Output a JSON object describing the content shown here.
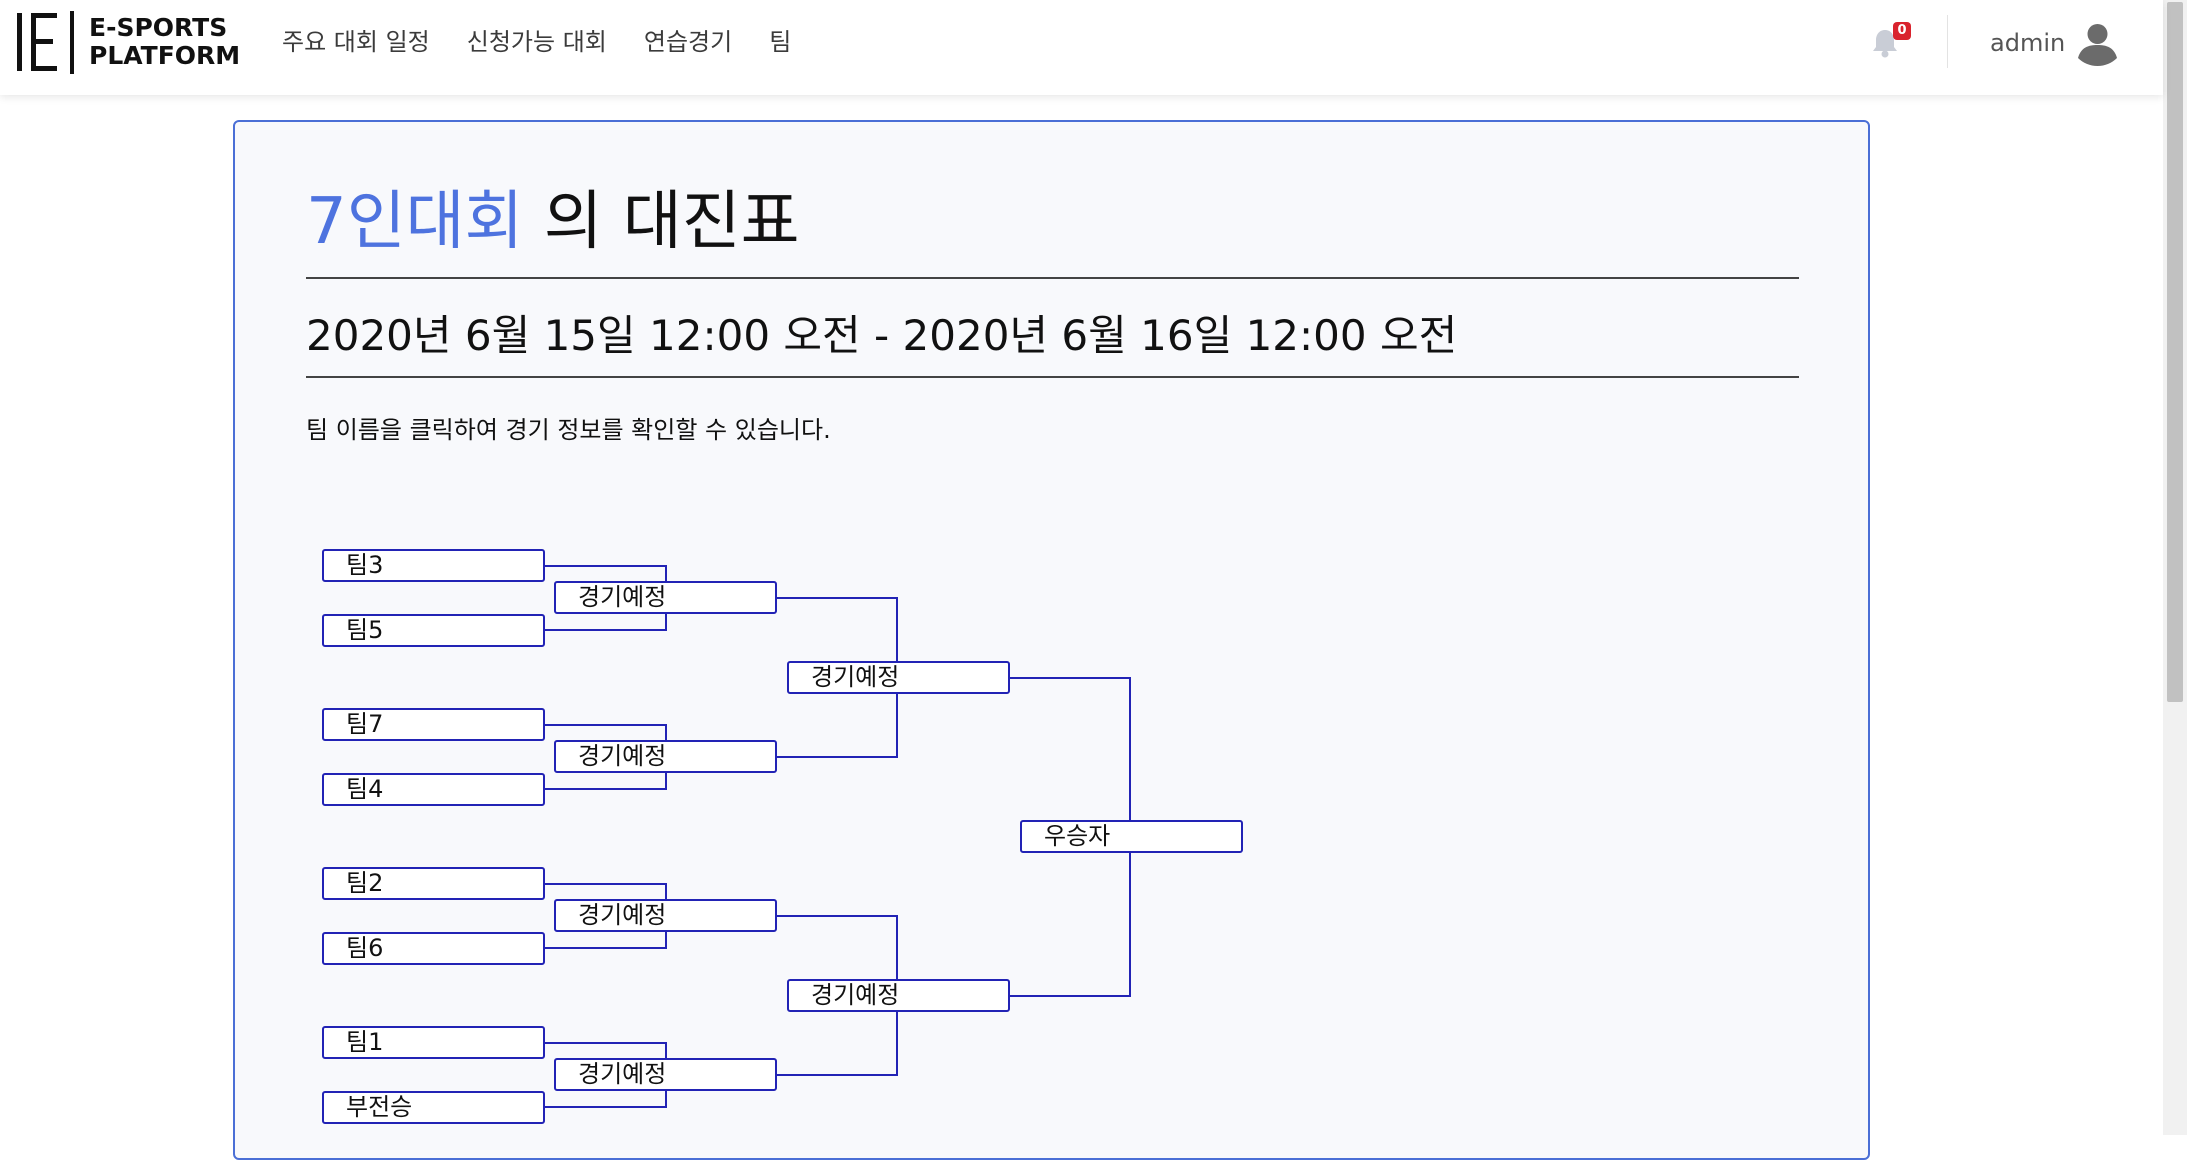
{
  "brand": {
    "line1": "E-SPORTS",
    "line2": "PLATFORM"
  },
  "nav": {
    "links": [
      "주요 대회 일정",
      "신청가능 대회",
      "연습경기",
      "팀"
    ],
    "notification_count": "0",
    "username": "admin"
  },
  "page": {
    "tournament_name": "7인대회",
    "title_suffix": " 의 대진표",
    "date_range": "2020년 6월 15일 12:00 오전 - 2020년 6월 16일 12:00 오전",
    "hint": "팀 이름을 클릭하여 경기 정보를 확인할 수 있습니다."
  },
  "bracket": {
    "round1": [
      "팀3",
      "팀5",
      "팀7",
      "팀4",
      "팀2",
      "팀6",
      "팀1",
      "부전승"
    ],
    "quarterfinals": [
      "경기예정",
      "경기예정",
      "경기예정",
      "경기예정"
    ],
    "semifinals": [
      "경기예정",
      "경기예정"
    ],
    "final": "우승자"
  },
  "colors": {
    "accent": "#4e73df",
    "bracket_line": "#2223b5",
    "badge": "#d9232d"
  }
}
